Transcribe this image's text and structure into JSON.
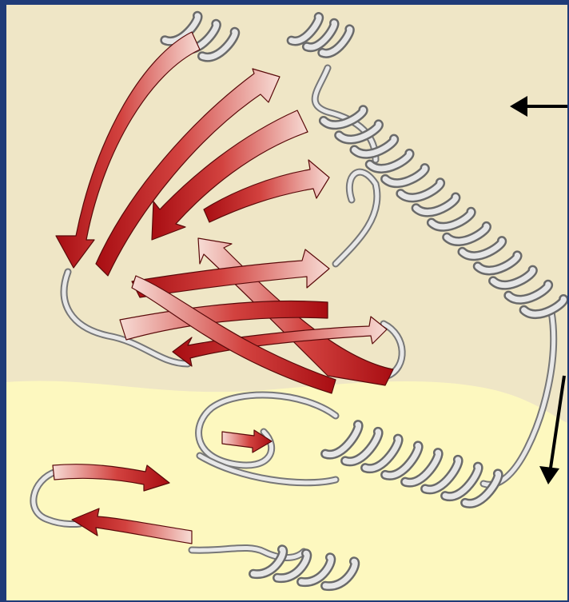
{
  "figure": {
    "kind": "protein ribbon diagram",
    "domains": [
      {
        "id": "upper-domain",
        "background": "#efe6c6"
      },
      {
        "id": "lower-domain",
        "background": "#fdf8bf"
      }
    ],
    "colors": {
      "frame": "#1f3b78",
      "strand_dark": "#b40f14",
      "strand_light": "#f6d8d2",
      "coil": "#d9d9d9",
      "coil_shadow": "#6f6f6f",
      "pointer": "#000000"
    },
    "elements": {
      "beta_strands": 12,
      "helices": 5,
      "pointer_arrows": 2
    }
  }
}
